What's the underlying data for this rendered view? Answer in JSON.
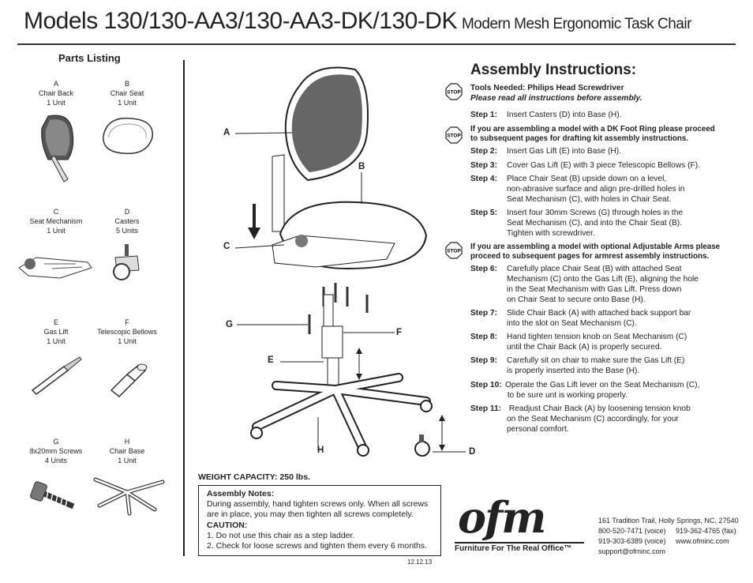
{
  "header": {
    "models": "Models 130/130-AA3/130-AA3-DK/130-DK",
    "product": "Modern Mesh Ergonomic Task Chair"
  },
  "parts": {
    "title": "Parts Listing",
    "items": [
      {
        "letter": "A",
        "name": "Chair Back",
        "qty": "1 Unit"
      },
      {
        "letter": "B",
        "name": "Chair Seat",
        "qty": "1 Unit"
      },
      {
        "letter": "C",
        "name": "Seat Mechanism",
        "qty": "1 Unit"
      },
      {
        "letter": "D",
        "name": "Casters",
        "qty": "5 Units"
      },
      {
        "letter": "E",
        "name": "Gas Lift",
        "qty": "1 Unit"
      },
      {
        "letter": "F",
        "name": "Telescopic Bellows",
        "qty": "1 Unit"
      },
      {
        "letter": "G",
        "name": "8x20mm Screws",
        "qty": "4 Units"
      },
      {
        "letter": "H",
        "name": "Chair Base",
        "qty": "1 Unit"
      }
    ]
  },
  "diagram_labels": {
    "A": "A",
    "B": "B",
    "C": "C",
    "D": "D",
    "E": "E",
    "F": "F",
    "G": "G",
    "H": "H"
  },
  "instructions": {
    "title": "Assembly Instructions:",
    "stop_label": "STOP",
    "tools": "Tools Needed: Philips Head Screwdriver",
    "read_all": "Please read all instructions before assembly.",
    "dk_note_1": "If you are assembling a model with a DK Foot Ring please proceed",
    "dk_note_2": "to subsequent pages for drafting kit assembly instructions.",
    "arms_note_1": "If you are assembling a model with optional Adjustable Arms please",
    "arms_note_2": "proceed to subsequent pages for armrest assembly instructions.",
    "steps": [
      {
        "label": "Step 1:",
        "text": "Insert Casters (D) into Base (H)."
      },
      {
        "label": "Step 2:",
        "text": "Insert Gas Lift (E) into Base (H)."
      },
      {
        "label": "Step 3:",
        "text": "Cover Gas Lift (E) with 3 piece Telescopic Bellows (F)."
      },
      {
        "label": "Step 4:",
        "text": "Place Chair Seat (B) upside down on a level,\nnon-abrasive surface and align pre-drilled holes in\nSeat Mechanism (C), with holes in Chair Seat."
      },
      {
        "label": "Step 5:",
        "text": "Insert four 30mm Screws (G) through holes in the\nSeat Mechanism (C), and into the Chair Seat (B).\nTighten with screwdriver."
      },
      {
        "label": "Step 6:",
        "text": "Carefully place Chair Seat (B) with attached Seat\nMechanism (C) onto the Gas Lift (E), aligning the hole\nin the Seat Mechanism with Gas Lift. Press down\non Chair Seat to secure onto Base (H)."
      },
      {
        "label": "Step 7:",
        "text": "Slide Chair Back (A) with attached back support bar\ninto the slot on Seat Mechanism (C)."
      },
      {
        "label": "Step 8:",
        "text": "Hand tighten tension knob on Seat Mechanism (C)\nuntil the Chair Back (A) is properly secured."
      },
      {
        "label": "Step 9:",
        "text": "Carefully sit on chair to make sure the Gas Lift (E)\nis properly inserted into the Base (H)."
      },
      {
        "label": "Step 10:",
        "text": "Operate the Gas Lift lever on the Seat Mechanism (C),\n to be sure unt is working properly."
      },
      {
        "label": "Step 11:",
        "text": " Readjust Chair Back (A) by loosening tension knob\non the Seat Mechanism (C) accordingly, for your\npersonal comfort."
      }
    ]
  },
  "weight_capacity": "WEIGHT CAPACITY: 250 lbs.",
  "notes": {
    "heading": "Assembly Notes:",
    "line1": "During assembly, hand tighten screws only. When all screws",
    "line2": "are in place, you may then tighten all screws completely.",
    "caution": "CAUTION:",
    "c1": "1. Do not use this chair as a step ladder.",
    "c2": "2. Check for loose screws and tighten them every 6 months."
  },
  "date": "12.12.13",
  "company": {
    "logo": "ofm",
    "tagline": "Furniture For The Real Office™",
    "address": "161 Tradition Trail, Holly Springs, NC, 27540",
    "phone1": "800-520-7471 (voice)     919-362-4765 (fax)",
    "phone2": "919-303-6389 (voice)     www.ofminc.com",
    "email": "support@ofminc.com"
  }
}
